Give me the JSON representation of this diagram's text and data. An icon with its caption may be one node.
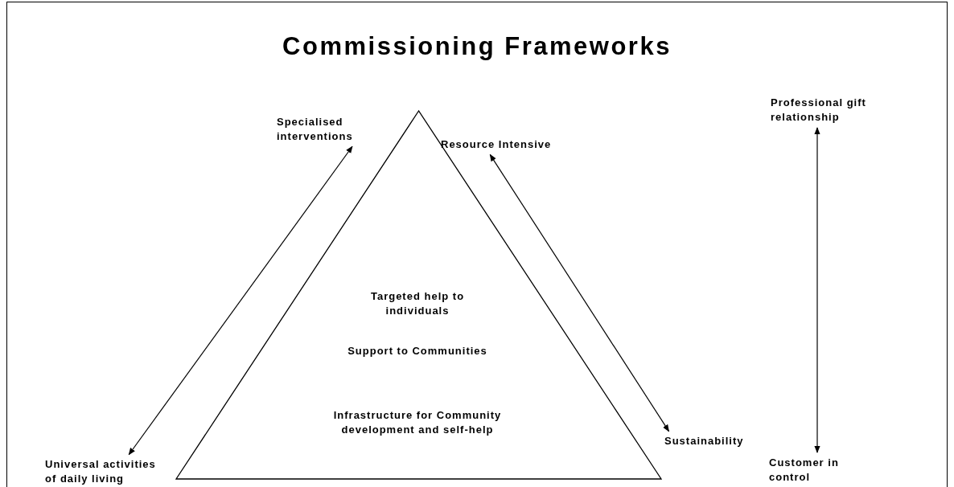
{
  "diagram": {
    "title": "Commissioning Frameworks",
    "nodes": [
      {
        "text": [
          "Targeted help to individuals",
          "Support to Communities",
          "Infrastructure for Community development and self-help"
        ]
      },
      {
        "text": [
          "Specialised interventions"
        ]
      },
      {
        "text": [
          "Resource Intensive"
        ]
      },
      {
        "text": [
          "Professional gift relationship"
        ]
      },
      {
        "text": [
          "Universal activities of daily living"
        ]
      },
      {
        "text": [
          "Sustainability"
        ]
      },
      {
        "text": [
          "Customer in control"
        ]
      }
    ],
    "edges": [
      {
        "from": 1,
        "to": 4,
        "arrow": "both"
      },
      {
        "from": 2,
        "to": 5,
        "arrow": "both"
      },
      {
        "from": 3,
        "to": 6,
        "arrow": "both"
      }
    ]
  }
}
